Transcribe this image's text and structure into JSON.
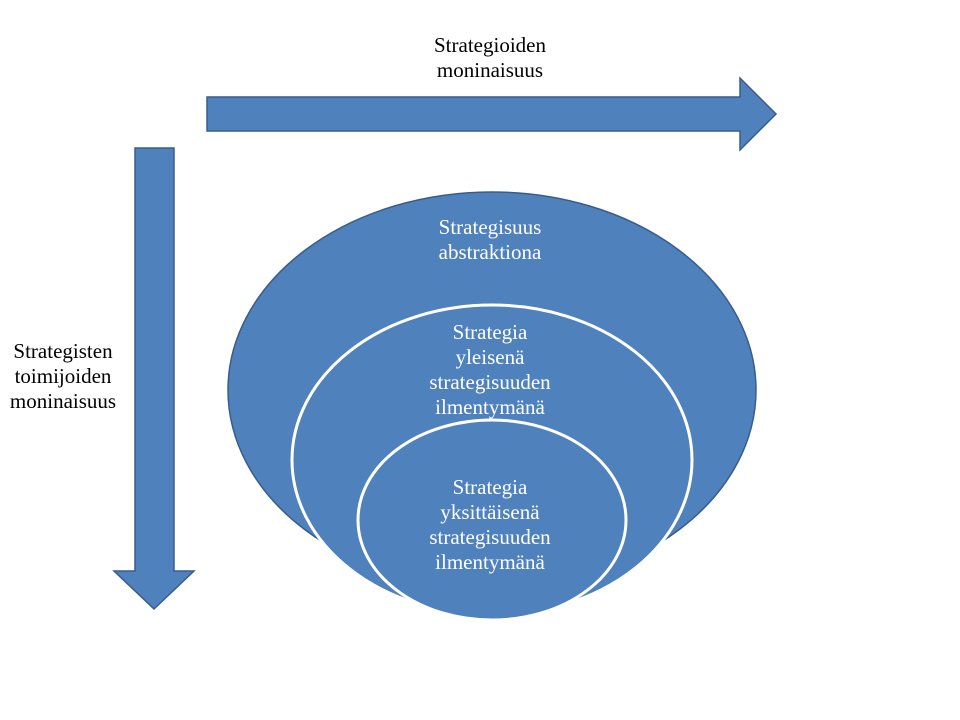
{
  "colors": {
    "shape_fill": "#4f81bd",
    "shape_stroke": "#385d8a",
    "inner_border": "#ffffff",
    "text_dark": "#000000",
    "text_light": "#ffffff"
  },
  "horizontal_arrow": {
    "label_lines": [
      "Strategioiden",
      "moninaisuus"
    ]
  },
  "vertical_arrow": {
    "label_lines": [
      "Strategisten",
      "toimijoiden",
      "moninaisuus"
    ]
  },
  "outer_ellipse": {
    "label_lines": [
      "Strategisuus",
      "abstraktiona"
    ]
  },
  "middle_ellipse": {
    "label_lines": [
      "Strategia",
      "yleisenä",
      "strategisuuden",
      "ilmentymänä"
    ]
  },
  "inner_circle": {
    "label_lines": [
      "Strategia",
      "yksittäisenä",
      "strategisuuden",
      "ilmentymänä"
    ]
  }
}
